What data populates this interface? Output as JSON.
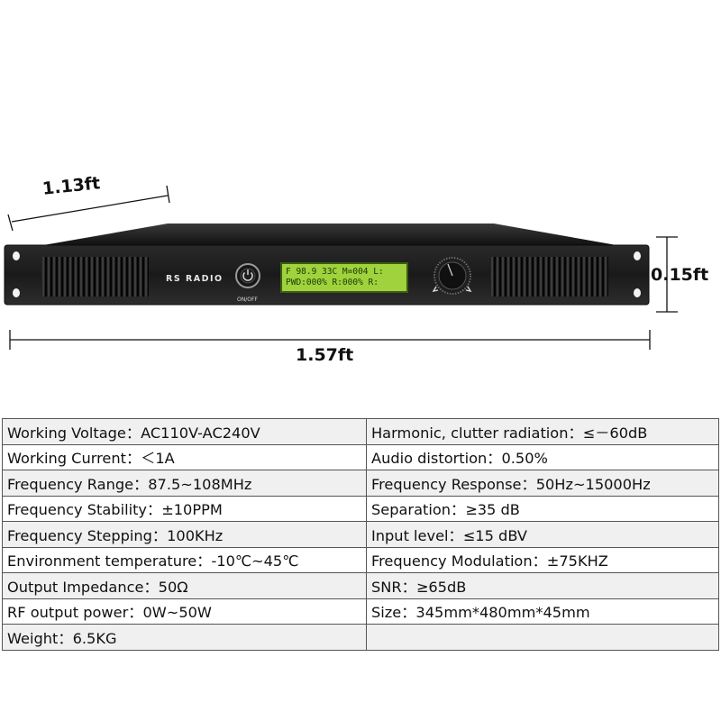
{
  "dimensions": {
    "depth": "1.13ft",
    "height": "0.15ft",
    "width": "1.57ft"
  },
  "device": {
    "brand": "RS RADIO",
    "power_button_label": "ON/OFF",
    "lcd_line1": "F 98.9 33C M=004 L:",
    "lcd_line2": "PWD:000% R:000% R:",
    "lcd_color": "#9fd23c",
    "panel_color": "#1c1c1c"
  },
  "specs": [
    {
      "left": "Working Voltage：AC110V-AC240V",
      "right": "Harmonic, clutter radiation：≤－60dB"
    },
    {
      "left": "Working Current：＜1A",
      "right": "Audio distortion：0.50%"
    },
    {
      "left": "Frequency Range：87.5~108MHz",
      "right": "Frequency Response：50Hz~15000Hz"
    },
    {
      "left": "Frequency Stability：±10PPM",
      "right": "Separation：≥35 dB"
    },
    {
      "left": "Frequency Stepping：100KHz",
      "right": "Input level：≤15 dBV"
    },
    {
      "left": "Environment temperature：-10℃~45℃",
      "right": "Frequency Modulation：±75KHZ"
    },
    {
      "left": "Output Impedance：50Ω",
      "right": "SNR：≥65dB"
    },
    {
      "left": "RF output power：0W~50W",
      "right": "Size：345mm*480mm*45mm"
    },
    {
      "left": "Weight：6.5KG",
      "right": ""
    }
  ]
}
